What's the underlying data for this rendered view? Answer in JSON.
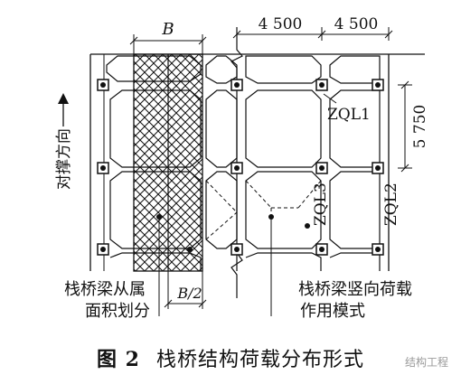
{
  "dims": {
    "width_label": "B",
    "half_width_label": "B/2",
    "span_1": "4 500",
    "span_2": "4 500",
    "height": "5 750"
  },
  "labels": {
    "bracing_direction": "对撑方向",
    "zql1": "ZQL1",
    "zql2": "ZQL2",
    "zql3": "ZQL3",
    "tributary_area_line1": "栈桥梁从属",
    "tributary_area_line2": "面积划分",
    "vertical_load_line1": "栈桥梁竖向荷载",
    "vertical_load_line2": "作用模式"
  },
  "caption": {
    "number": "图 2",
    "title": "栈桥结构荷载分布形式"
  },
  "watermark": "结构工程"
}
